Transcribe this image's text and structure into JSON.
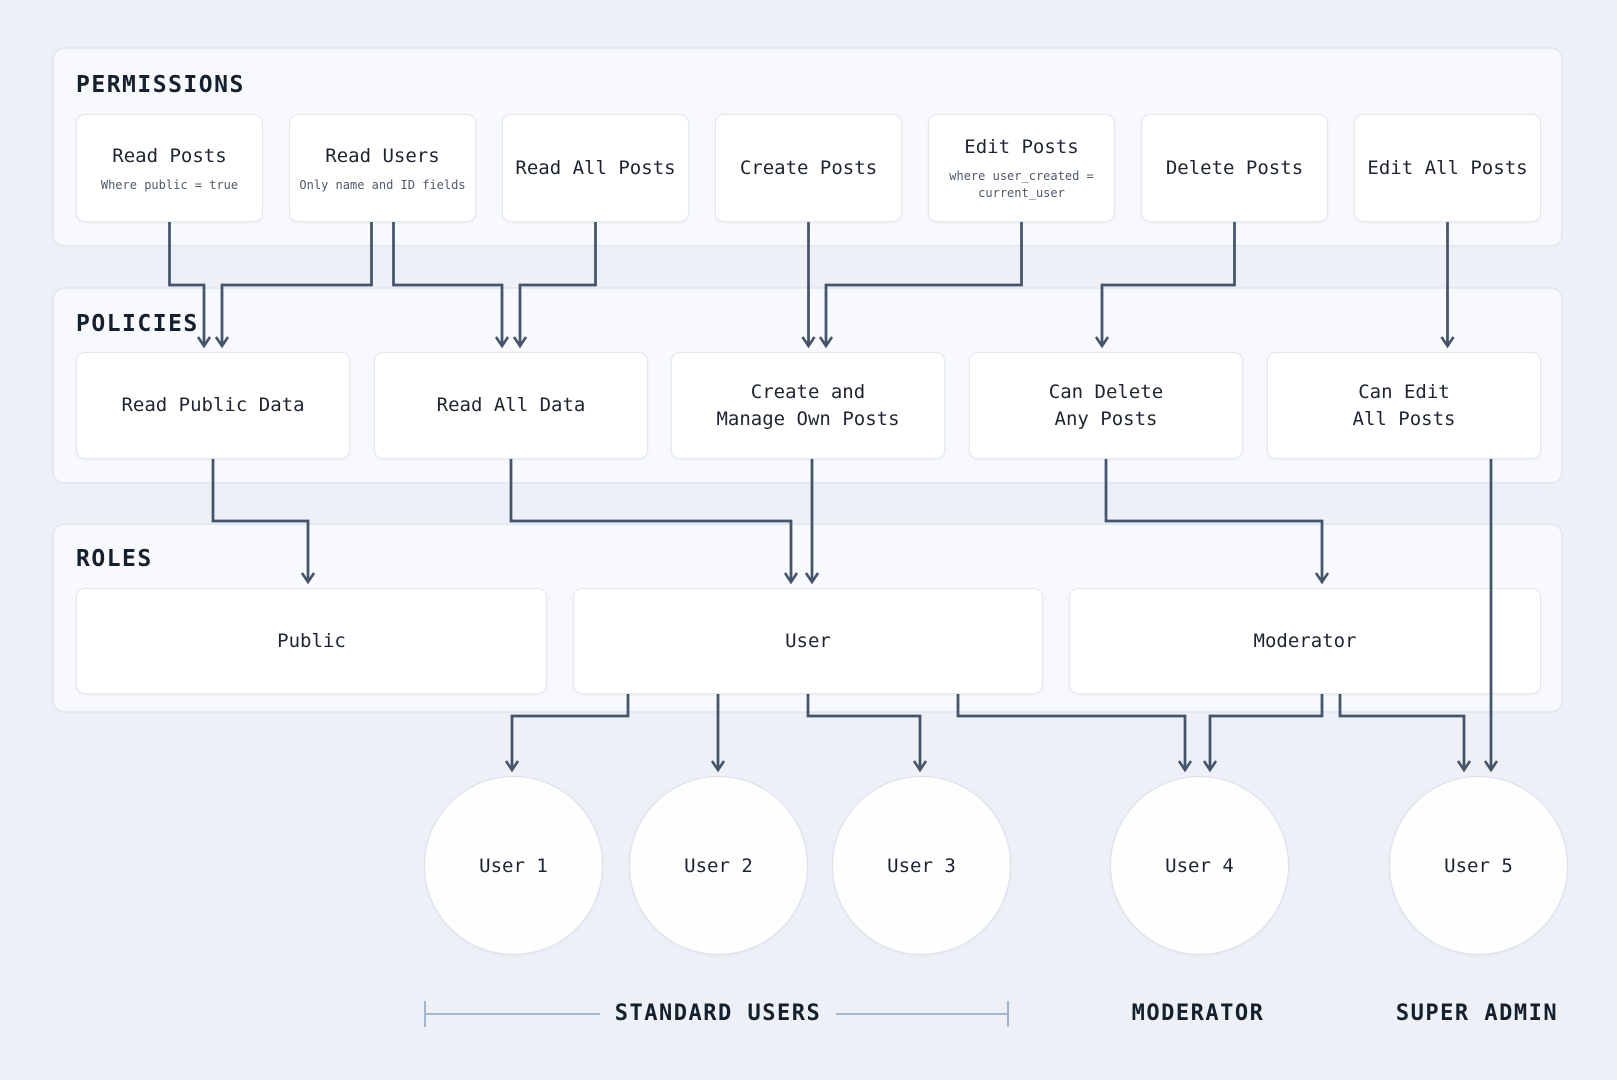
{
  "sections": {
    "permissions_title": "PERMISSIONS",
    "policies_title": "POLICIES",
    "roles_title": "ROLES"
  },
  "permissions": [
    {
      "label": "Read Posts",
      "sub": "Where public = true"
    },
    {
      "label": "Read Users",
      "sub": "Only name and ID fields"
    },
    {
      "label": "Read All Posts",
      "sub": ""
    },
    {
      "label": "Create Posts",
      "sub": ""
    },
    {
      "label": "Edit Posts",
      "sub": "where user_created = current_user"
    },
    {
      "label": "Delete Posts",
      "sub": ""
    },
    {
      "label": "Edit All Posts",
      "sub": ""
    }
  ],
  "policies": [
    {
      "line1": "Read Public Data",
      "line2": ""
    },
    {
      "line1": "Read All Data",
      "line2": ""
    },
    {
      "line1": "Create and",
      "line2": "Manage Own Posts"
    },
    {
      "line1": "Can Delete",
      "line2": "Any Posts"
    },
    {
      "line1": "Can Edit",
      "line2": "All Posts"
    }
  ],
  "roles": [
    {
      "label": "Public"
    },
    {
      "label": "User"
    },
    {
      "label": "Moderator"
    }
  ],
  "users": [
    {
      "label": "User 1"
    },
    {
      "label": "User 2"
    },
    {
      "label": "User 3"
    },
    {
      "label": "User 4"
    },
    {
      "label": "User 5"
    }
  ],
  "group_labels": {
    "standard_users": "STANDARD USERS",
    "moderator": "MODERATOR",
    "super_admin": "SUPER ADMIN"
  },
  "colors": {
    "background": "#edf1f7",
    "panel_bg": "#f7f9fc",
    "panel_border": "#e4e9f1",
    "node_bg": "#ffffff",
    "node_border": "#e2e8f0",
    "arrow": "#46546b",
    "bracket_line": "#9cafc6",
    "text": "#1e2530",
    "subtext": "#4e5a68"
  }
}
